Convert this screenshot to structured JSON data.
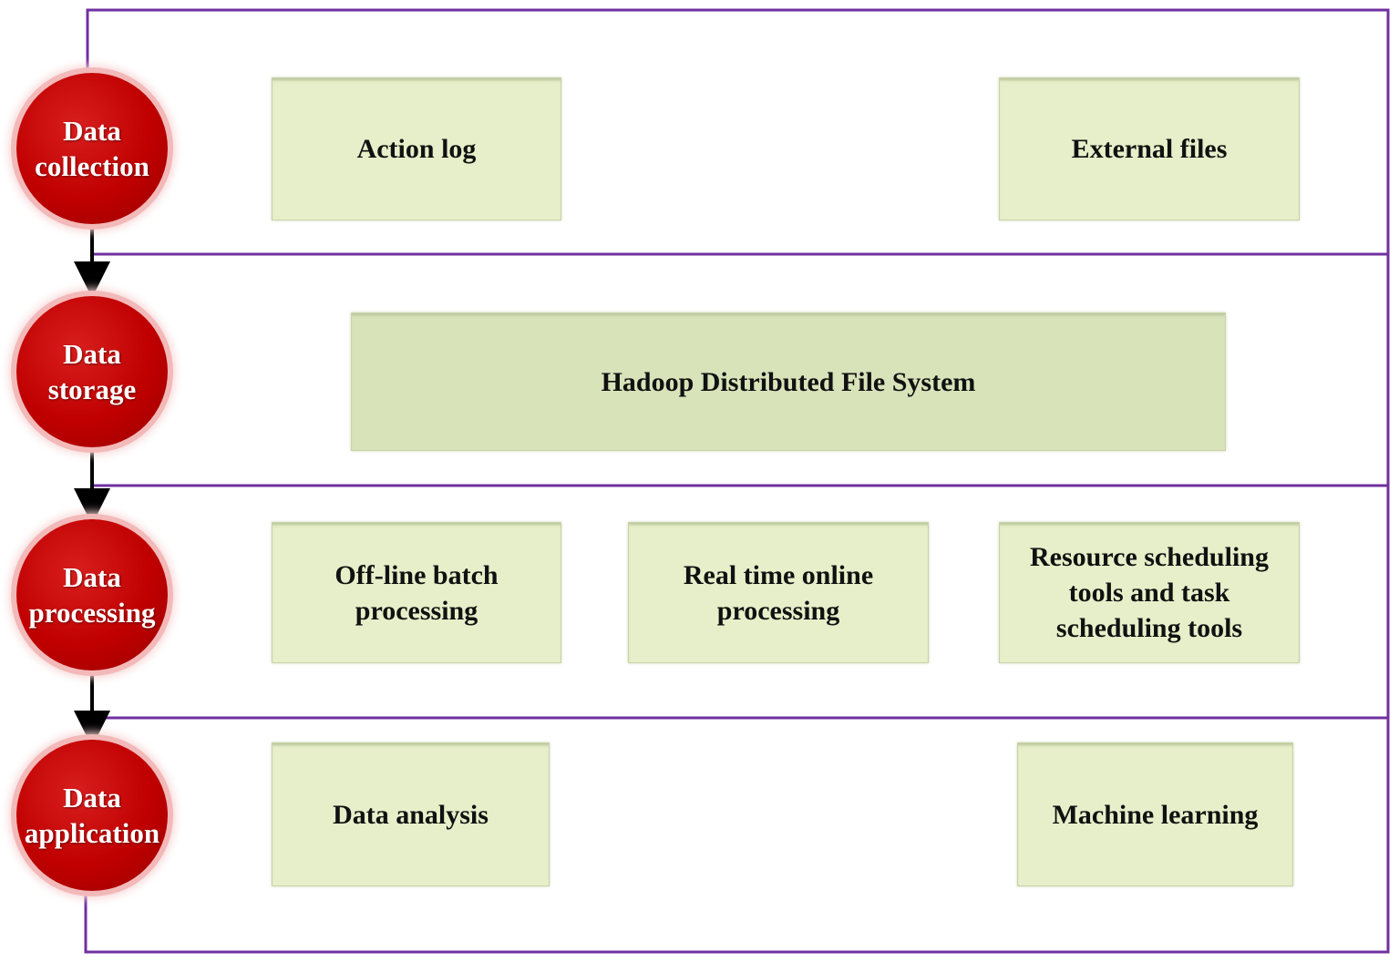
{
  "stages": [
    {
      "line1": "Data",
      "line2": "collection"
    },
    {
      "line1": "Data",
      "line2": "storage"
    },
    {
      "line1": "Data",
      "line2": "processing"
    },
    {
      "line1": "Data",
      "line2": "application"
    }
  ],
  "boxes": {
    "action_log": "Action log",
    "external_files": "External files",
    "hdfs": "Hadoop Distributed File System",
    "offline_batch": [
      "Off-line batch",
      "processing"
    ],
    "realtime_online": [
      "Real time online",
      "processing"
    ],
    "resource_scheduling": [
      "Resource scheduling",
      "tools and task",
      "scheduling tools"
    ],
    "data_analysis": "Data analysis",
    "machine_learning": "Machine learning"
  },
  "colors": {
    "frame": "#7030a0",
    "stage_circle": "#c00000",
    "box_fill": "#e6efc9",
    "arrow": "#000000"
  }
}
